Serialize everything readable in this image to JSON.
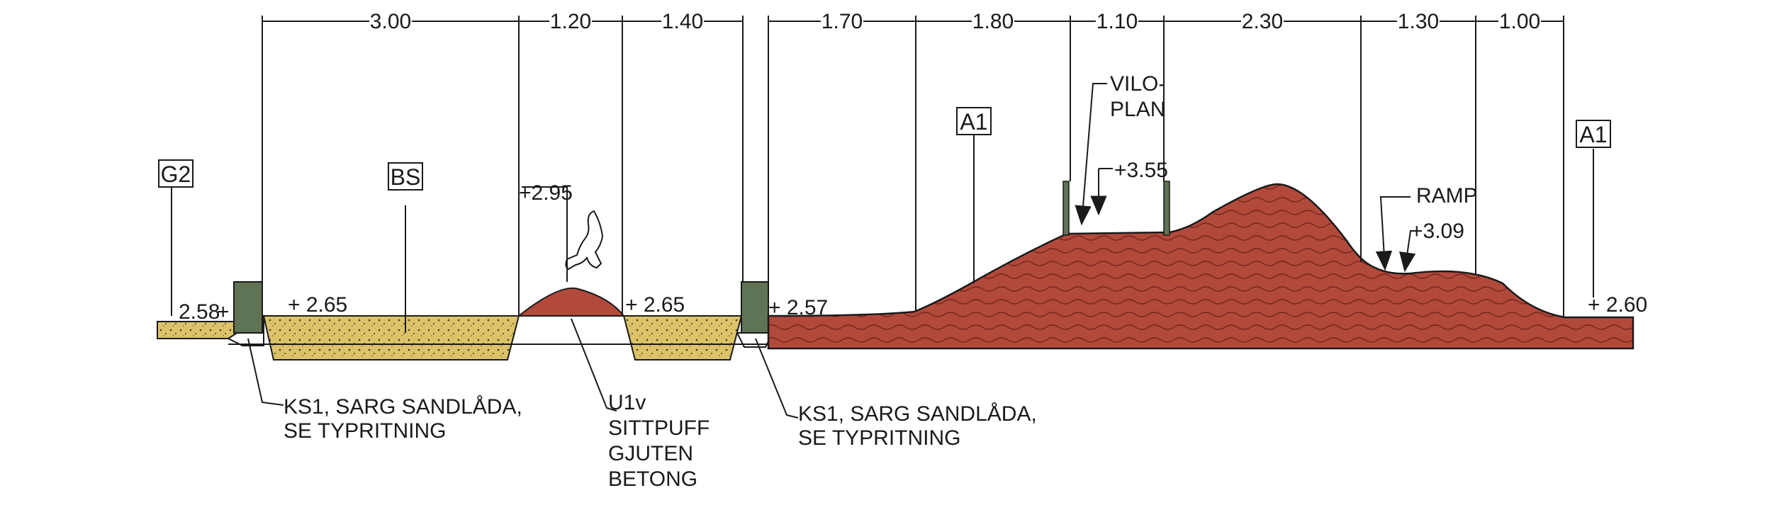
{
  "dimensions": [
    "3.00",
    "1.20",
    "1.40",
    "1.70",
    "1.80",
    "1.10",
    "2.30",
    "1.30",
    "1.00"
  ],
  "tags": {
    "g2": "G2",
    "bs": "BS",
    "a1_left": "A1",
    "a1_right": "A1"
  },
  "levels": {
    "l258": "2.58",
    "l265a": "+ 2.65",
    "l295": "+2.95",
    "l265b": "+ 2.65",
    "l257": "+ 2.57",
    "l355": "+3.55",
    "l309": "+3.09",
    "l260": "+ 2.60"
  },
  "notes": {
    "ks1_left": [
      "KS1, SARG SANDLÅDA,",
      "SE TYPRITNING"
    ],
    "u1v": [
      "U1v",
      "SITTPUFF",
      "GJUTEN",
      "BETONG"
    ],
    "ks1_right": [
      "KS1, SARG SANDLÅDA,",
      "SE TYPRITNING"
    ],
    "vilo": [
      "VILO-",
      "PLAN"
    ],
    "ramp": "RAMP"
  },
  "colors": {
    "sand": "#dcc36a",
    "mound": "#b24a3c",
    "curb": "#5f7355",
    "line": "#1a1a1a"
  }
}
